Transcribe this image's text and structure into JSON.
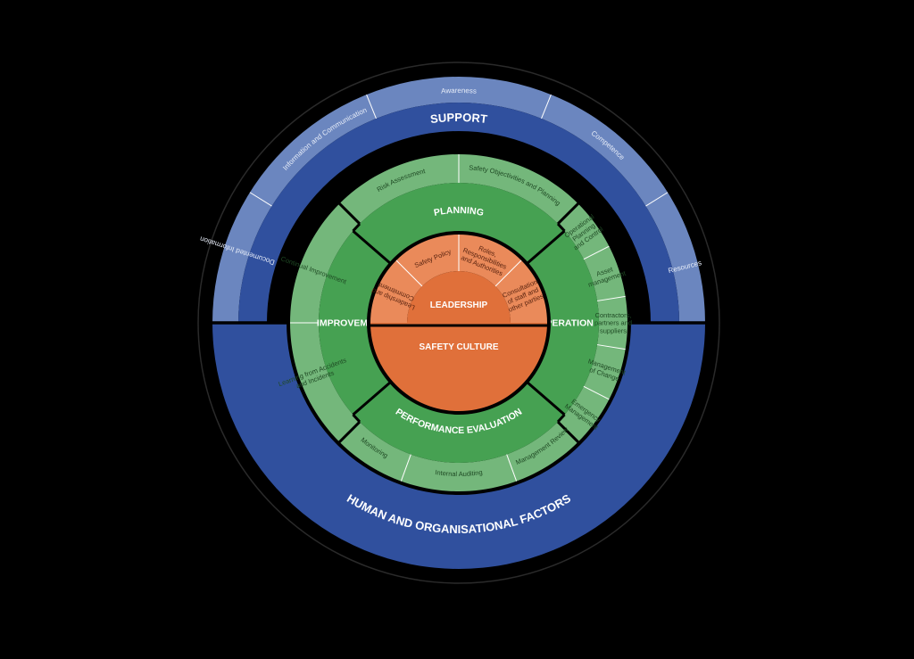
{
  "diagram": {
    "support": {
      "title": "SUPPORT",
      "items": [
        "Documented Information",
        "Information and Communication",
        "Awareness",
        "Competence",
        "Resources"
      ]
    },
    "human_factors": {
      "title": "HUMAN AND ORGANISATIONAL FACTORS"
    },
    "planning": {
      "title": "PLANNING",
      "items": [
        "Risk Assessment",
        "Safety Objectivities and Planning"
      ]
    },
    "operation": {
      "title": "OPERATION",
      "items": [
        "Operational Planning and Control",
        "Asset management",
        "Contractors, partners and suppliers",
        "Management of Change",
        "Emergency Management"
      ]
    },
    "performance": {
      "title": "PERFORMANCE EVALUATION",
      "items": [
        "Monitoring",
        "Internal Auditing",
        "Management Review"
      ]
    },
    "improvement": {
      "title": "IMPROVEMENT",
      "items": [
        "Continual Improvement",
        "Learning from Accidents and Incidents"
      ]
    },
    "leadership": {
      "title": "LEADERSHIP",
      "items": [
        "Leadership and Commitment",
        "Safety Policy",
        "Roles, Responsibilities and Authorities",
        "Consultation of staff and other parties"
      ]
    },
    "culture": {
      "title": "SAFETY CULTURE"
    },
    "colors": {
      "background": "#000000",
      "support_light": "#6b86bf",
      "support_dark": "#30509e",
      "green_light": "#74b77b",
      "green_dark": "#46a152",
      "orange_light": "#ea8a5a",
      "orange_dark": "#e0703a"
    }
  }
}
